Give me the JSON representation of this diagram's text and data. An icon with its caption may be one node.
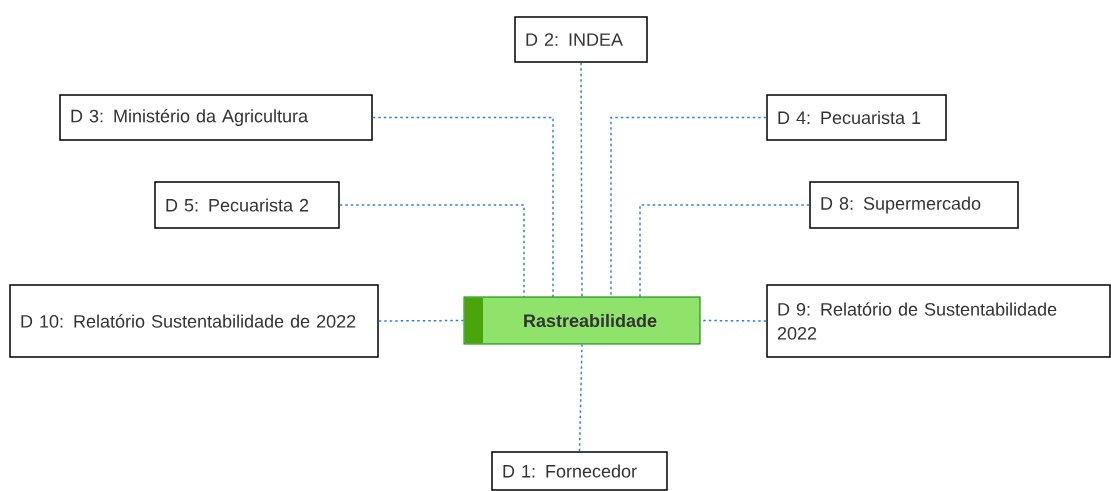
{
  "diagram": {
    "nodes": [
      {
        "text": [
          "Rastreabilidade"
        ]
      },
      {
        "text": [
          "D 2: INDEA"
        ]
      },
      {
        "text": [
          "D 3: Ministério da Agricultura"
        ]
      },
      {
        "text": [
          "D 4: Pecuarista 1"
        ]
      },
      {
        "text": [
          "D 5: Pecuarista 2"
        ]
      },
      {
        "text": [
          "D 8: Supermercado"
        ]
      },
      {
        "text": [
          "D 10: Relatório Sustentabilidade de 2022"
        ]
      },
      {
        "text": [
          "D 9: Relatório de Sustentabilidade 2022"
        ]
      },
      {
        "text": [
          "D 1: Fornecedor"
        ]
      }
    ],
    "edges": [
      {
        "from": 1,
        "to": 0,
        "arrow": "none",
        "style": "dashed"
      },
      {
        "from": 2,
        "to": 0,
        "arrow": "none",
        "style": "dashed"
      },
      {
        "from": 3,
        "to": 0,
        "arrow": "none",
        "style": "dashed"
      },
      {
        "from": 4,
        "to": 0,
        "arrow": "none",
        "style": "dashed"
      },
      {
        "from": 5,
        "to": 0,
        "arrow": "none",
        "style": "dashed"
      },
      {
        "from": 6,
        "to": 0,
        "arrow": "none",
        "style": "dashed"
      },
      {
        "from": 7,
        "to": 0,
        "arrow": "none",
        "style": "dashed"
      },
      {
        "from": 8,
        "to": 0,
        "arrow": "none",
        "style": "dashed"
      }
    ]
  }
}
